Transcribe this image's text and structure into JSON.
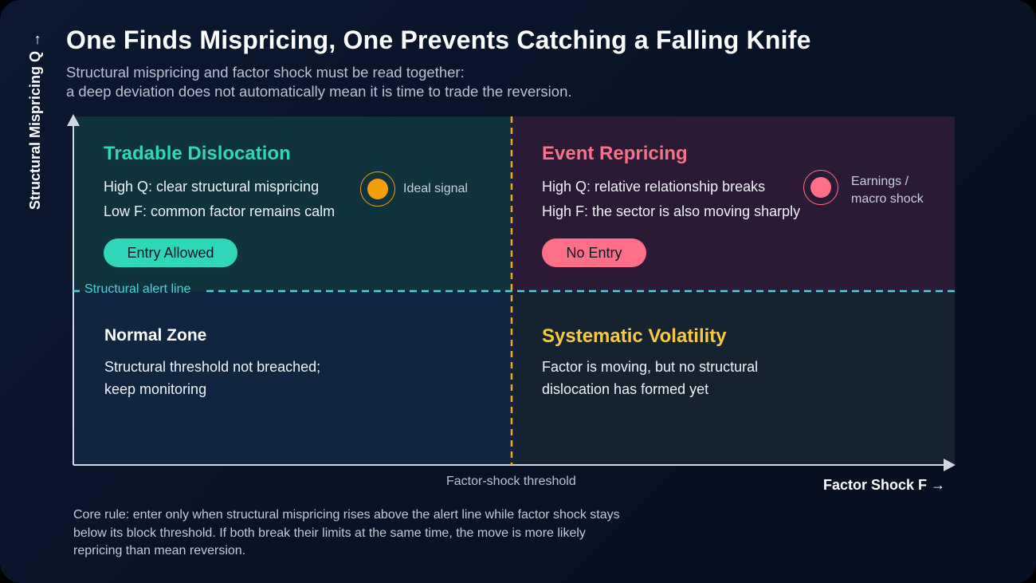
{
  "header": {
    "title": "One Finds Mispricing, One Prevents Catching a Falling Knife",
    "subtitle_line1": "Structural mispricing and factor shock must be read together:",
    "subtitle_line2": "a deep deviation does not automatically mean it is time to trade the reversion."
  },
  "axes": {
    "y_label": "Structural Mispricing Q →",
    "x_label": "Factor Shock F →",
    "alert_line_label": "Structural alert line",
    "factor_threshold_label": "Factor-shock threshold"
  },
  "quadrants": {
    "top_left": {
      "title": "Tradable Dislocation",
      "line1": "High Q: clear structural mispricing",
      "line2": "Low F: common factor remains calm",
      "pill": "Entry Allowed",
      "signal_label": "Ideal signal",
      "accent": "#2fd6b8",
      "signal_color": "#f59e0b"
    },
    "top_right": {
      "title": "Event Repricing",
      "line1": "High Q: relative relationship breaks",
      "line2": "High F: the sector is also moving sharply",
      "pill": "No Entry",
      "signal_label_line1": "Earnings /",
      "signal_label_line2": "macro shock",
      "accent": "#ff6f88",
      "signal_color": "#ff6f88"
    },
    "bottom_left": {
      "title": "Normal Zone",
      "line1": "Structural threshold not breached;",
      "line2": "keep monitoring",
      "accent": "#ffffff"
    },
    "bottom_right": {
      "title": "Systematic Volatility",
      "line1": "Factor is moving, but no structural",
      "line2": "dislocation has formed yet",
      "accent": "#f6c945"
    }
  },
  "footer": {
    "core_rule": "Core rule: enter only when structural mispricing rises above the alert line while factor shock stays below its block threshold. If both break their limits at the same time, the move is more likely repricing than mean reversion."
  },
  "colors": {
    "alert_line": "#4fd0df",
    "factor_threshold_line": "#f5a524",
    "axis": "#cfd6df"
  }
}
